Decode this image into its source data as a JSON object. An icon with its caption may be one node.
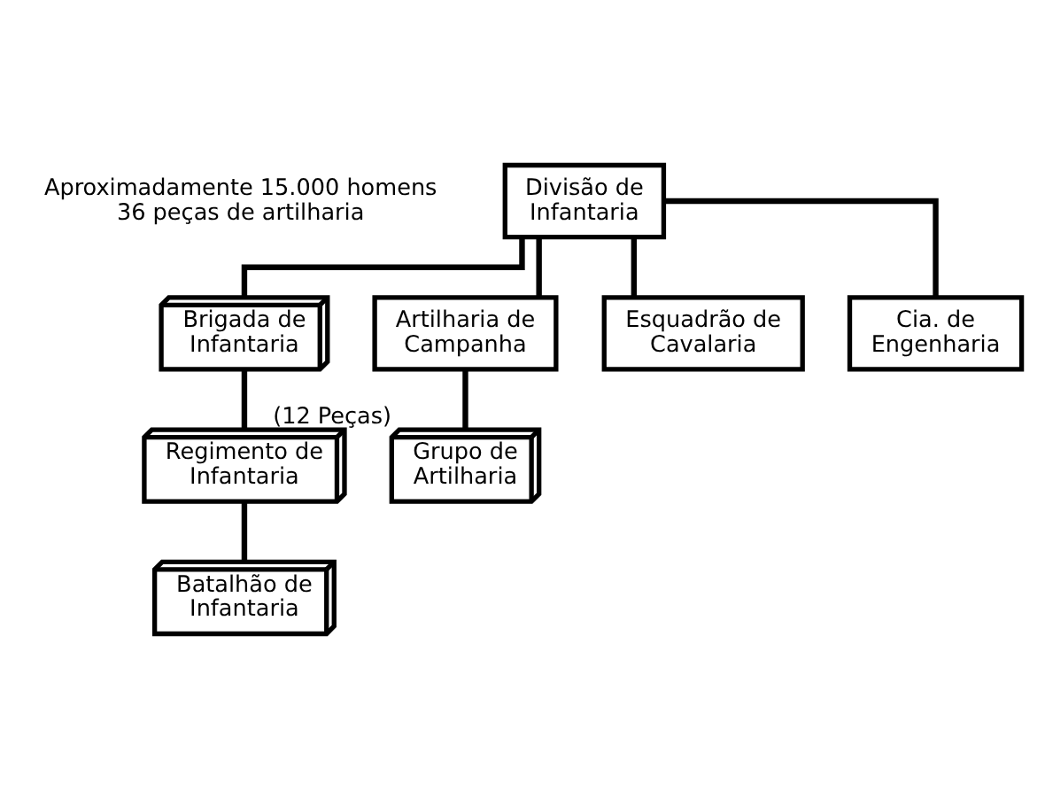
{
  "diagram": {
    "nodes": [
      {
        "text": [
          "Divisão de Infantaria"
        ]
      },
      {
        "text": [
          "Brigada de Infantaria"
        ]
      },
      {
        "text": [
          "Artilharia de Campanha"
        ]
      },
      {
        "text": [
          "Esquadrão de Cavalaria"
        ]
      },
      {
        "text": [
          "Cia. de Engenharia"
        ]
      },
      {
        "text": [
          "Regimento de Infantaria"
        ]
      },
      {
        "text": [
          "Grupo de Artilharia"
        ],
        "beside": [
          "(12 Peças)"
        ]
      },
      {
        "text": [
          "Batalhão de Infantaria"
        ]
      }
    ],
    "edges": [
      {
        "from": 0,
        "to": 1,
        "arrow": "none"
      },
      {
        "from": 0,
        "to": 2,
        "arrow": "none"
      },
      {
        "from": 0,
        "to": 3,
        "arrow": "none"
      },
      {
        "from": 0,
        "to": 4,
        "arrow": "none"
      },
      {
        "from": 1,
        "to": 5,
        "arrow": "none"
      },
      {
        "from": 2,
        "to": 6,
        "arrow": "none"
      },
      {
        "from": 5,
        "to": 7,
        "arrow": "none"
      }
    ],
    "labels": [
      "Aproximadamente 15.000 homens",
      "36 peças de artilharia"
    ]
  }
}
